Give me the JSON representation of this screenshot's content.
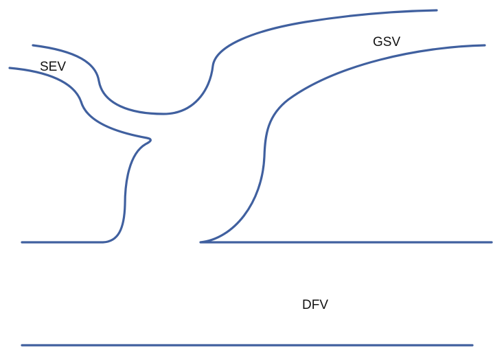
{
  "diagram": {
    "labels": {
      "sev": "SEV",
      "gsv": "GSV",
      "dfv": "DFV"
    },
    "stroke_color": "#40609f",
    "background": "#ffffff"
  }
}
